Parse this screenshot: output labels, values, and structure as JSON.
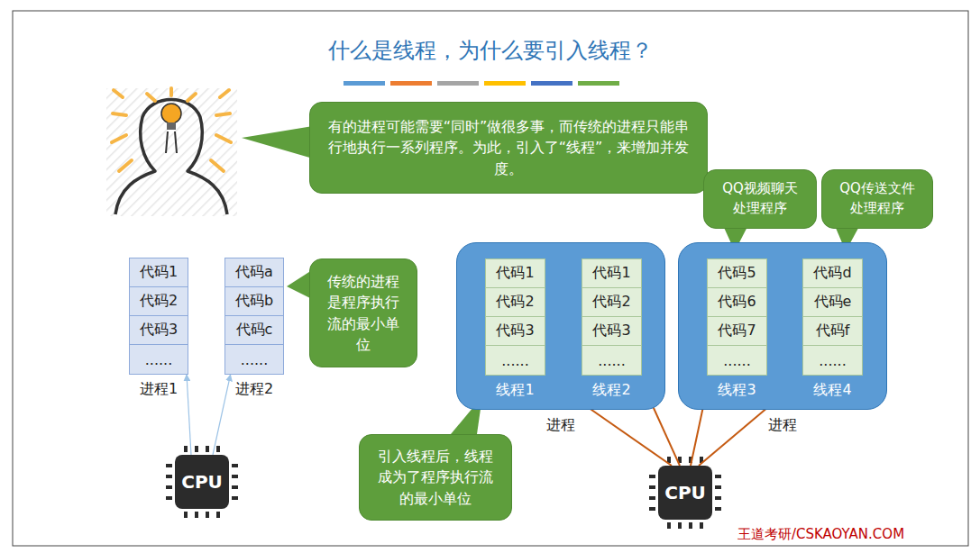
{
  "diagram": {
    "title": "什么是线程，为什么要引入线程？",
    "nodes": [
      {
        "text": [
          "有的进程可能需要“同时”做很多事，而传统的进程只能串行地执行一系列程序。为此，引入了“线程”，来增加并发度。"
        ]
      },
      {
        "text": [
          "QQ视频聊天处理程序"
        ]
      },
      {
        "text": [
          "QQ传送文件处理程序"
        ]
      },
      {
        "text": [
          "进程1"
        ]
      },
      {
        "text": [
          "代码1"
        ],
        "in": 3
      },
      {
        "text": [
          "代码2"
        ],
        "in": 3
      },
      {
        "text": [
          "代码3"
        ],
        "in": 3
      },
      {
        "text": [
          "......"
        ],
        "in": 3
      },
      {
        "text": [
          "进程2"
        ]
      },
      {
        "text": [
          "代码a"
        ],
        "in": 8
      },
      {
        "text": [
          "代码b"
        ],
        "in": 8
      },
      {
        "text": [
          "代码c"
        ],
        "in": 8
      },
      {
        "text": [
          "......"
        ],
        "in": 8
      },
      {
        "text": [
          "传统的进程是程序执行流的最小单位"
        ]
      },
      {
        "text": [
          "进程"
        ]
      },
      {
        "text": [
          "线程1"
        ],
        "in": 14
      },
      {
        "text": [
          "代码1"
        ],
        "in": 15
      },
      {
        "text": [
          "代码2"
        ],
        "in": 15
      },
      {
        "text": [
          "代码3"
        ],
        "in": 15
      },
      {
        "text": [
          "......"
        ],
        "in": 15
      },
      {
        "text": [
          "线程2"
        ],
        "in": 14
      },
      {
        "text": [
          "代码1"
        ],
        "in": 20
      },
      {
        "text": [
          "代码2"
        ],
        "in": 20
      },
      {
        "text": [
          "代码3"
        ],
        "in": 20
      },
      {
        "text": [
          "......"
        ],
        "in": 20
      },
      {
        "text": [
          "进程"
        ]
      },
      {
        "text": [
          "线程3"
        ],
        "in": 25
      },
      {
        "text": [
          "代码5"
        ],
        "in": 26
      },
      {
        "text": [
          "代码6"
        ],
        "in": 26
      },
      {
        "text": [
          "代码7"
        ],
        "in": 26
      },
      {
        "text": [
          "......"
        ],
        "in": 26
      },
      {
        "text": [
          "线程4"
        ],
        "in": 25
      },
      {
        "text": [
          "代码d"
        ],
        "in": 31
      },
      {
        "text": [
          "代码e"
        ],
        "in": 31
      },
      {
        "text": [
          "代码f"
        ],
        "in": 31
      },
      {
        "text": [
          "......"
        ],
        "in": 31
      },
      {
        "text": [
          "CPU"
        ]
      },
      {
        "text": [
          "引入线程后，线程成为了程序执行流的最小单位"
        ]
      },
      {
        "text": [
          "CPU"
        ]
      }
    ],
    "edges": [
      {
        "from": 36,
        "to": 3,
        "arrow": "to"
      },
      {
        "from": 36,
        "to": 8,
        "arrow": "to"
      },
      {
        "from": 38,
        "to": 15,
        "arrow": "to"
      },
      {
        "from": 38,
        "to": 20,
        "arrow": "to"
      },
      {
        "from": 38,
        "to": 26,
        "arrow": "to"
      },
      {
        "from": 38,
        "to": 31,
        "arrow": "to"
      }
    ],
    "labels": [
      "王道考研/CSKAOYAN.COM"
    ]
  }
}
